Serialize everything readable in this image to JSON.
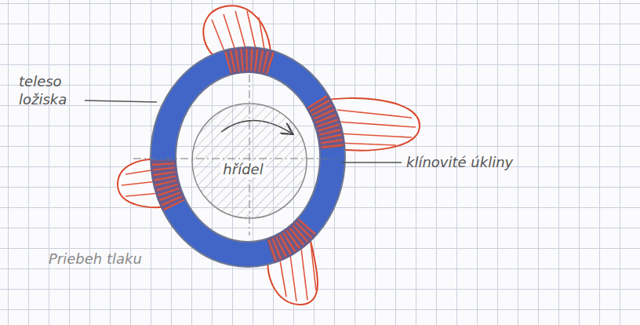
{
  "diagram": {
    "nodes": [
      {
        "text": [
          "hřídel"
        ]
      }
    ],
    "labels": [
      "teleso ložiska",
      "klínovité úkliny",
      "Priebeh tlaku"
    ]
  }
}
